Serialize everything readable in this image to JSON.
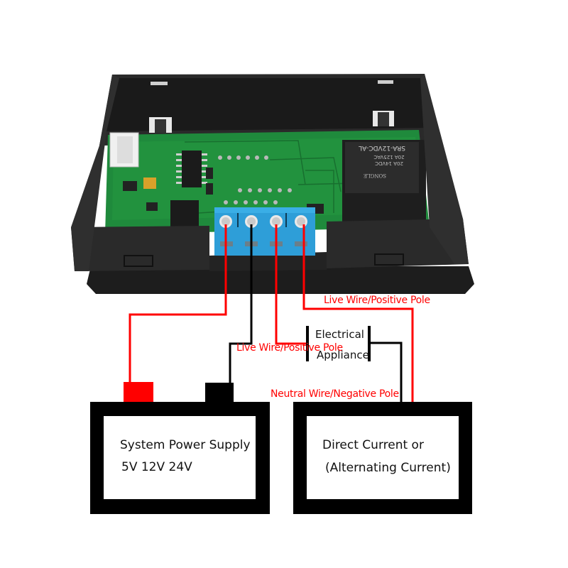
{
  "diagram": {
    "title": "Relay module wiring diagram",
    "device": {
      "name": "Relay control module in black enclosure",
      "relay_marking": {
        "model": "SRA-12VDC-AL",
        "rating_dc": "20A 14VDC",
        "rating_ac": "20A 125VAC",
        "brand": "SONGLE"
      },
      "terminal_count": 4,
      "terminal_color": "#2e9ed8"
    },
    "labels": {
      "live_wire_top": "Live Wire/Positive Pole",
      "live_wire_mid": "Live Wire/Positive Pole",
      "neutral_wire": "Neutral Wire/Negative Pole",
      "appliance_line1": "Electrical",
      "appliance_line2": "Appliance"
    },
    "boxes": {
      "power_supply": {
        "line1": "System Power Supply",
        "line2": "5V 12V 24V"
      },
      "load_source": {
        "line1": "Direct Current or",
        "line2": "(Alternating Current)"
      }
    },
    "colors": {
      "positive_wire": "#ff0000",
      "negative_wire": "#000000",
      "positive_terminal": "#ff0000",
      "negative_terminal": "#000000",
      "box_border": "#000000"
    }
  }
}
